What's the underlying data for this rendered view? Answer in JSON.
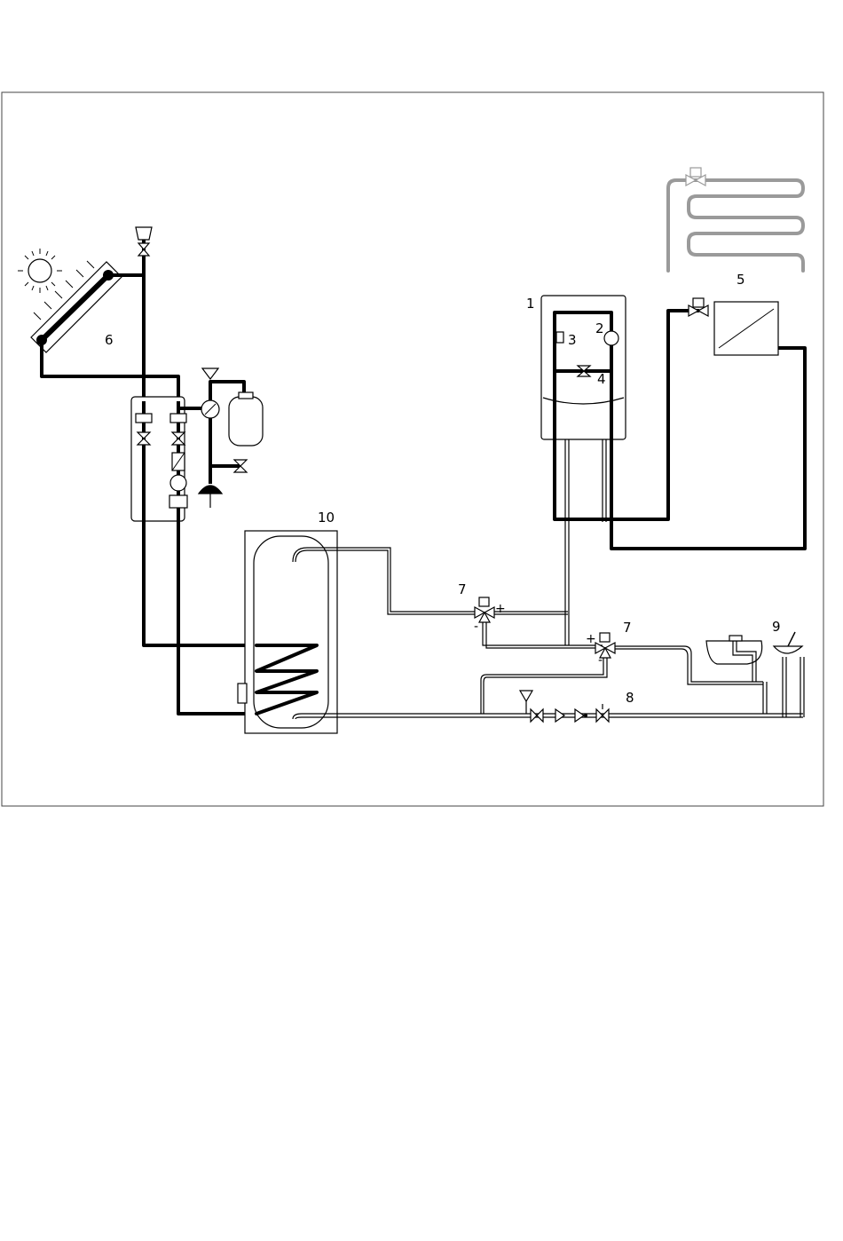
{
  "labels": {
    "boiler": "1",
    "pump": "2",
    "controller": "3",
    "bypass_valve": "4",
    "radiator": "5",
    "solar_station": "6",
    "mixing_valve_top": "7",
    "mixing_valve_bottom": "7",
    "cold_water_group": "8",
    "taps": "9",
    "storage_tank": "10"
  },
  "signs": {
    "valve_top_plus": "+",
    "valve_top_minus": "-",
    "valve_bottom_plus": "+",
    "valve_bottom_minus": "-"
  },
  "icons": {
    "sun": "sun-icon",
    "collector": "solar-collector-icon",
    "air_vent": "air-vent-icon",
    "expansion_vessel": "expansion-vessel-icon",
    "pressure_gauge": "pressure-gauge-icon",
    "pump": "pump-icon",
    "mixing_valve": "three-way-valve-icon",
    "floor_heating": "floor-heating-coil-icon"
  }
}
